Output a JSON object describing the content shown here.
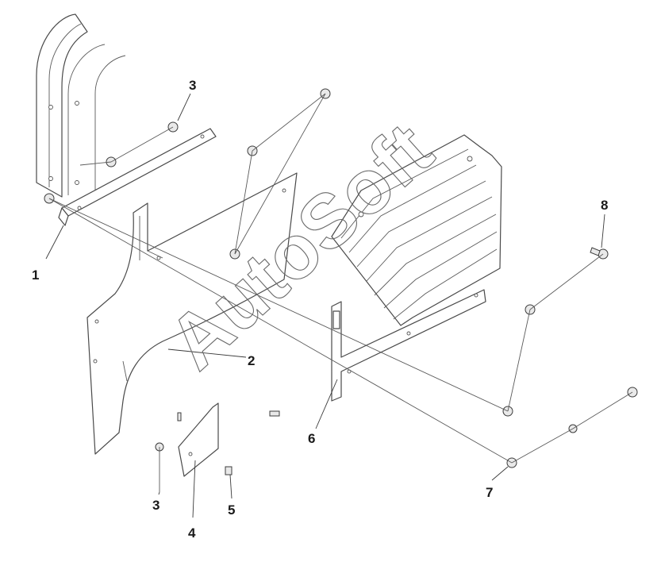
{
  "watermark": "AutoSoft",
  "callouts": [
    "1",
    "2",
    "3",
    "3",
    "4",
    "5",
    "6",
    "7",
    "8"
  ]
}
